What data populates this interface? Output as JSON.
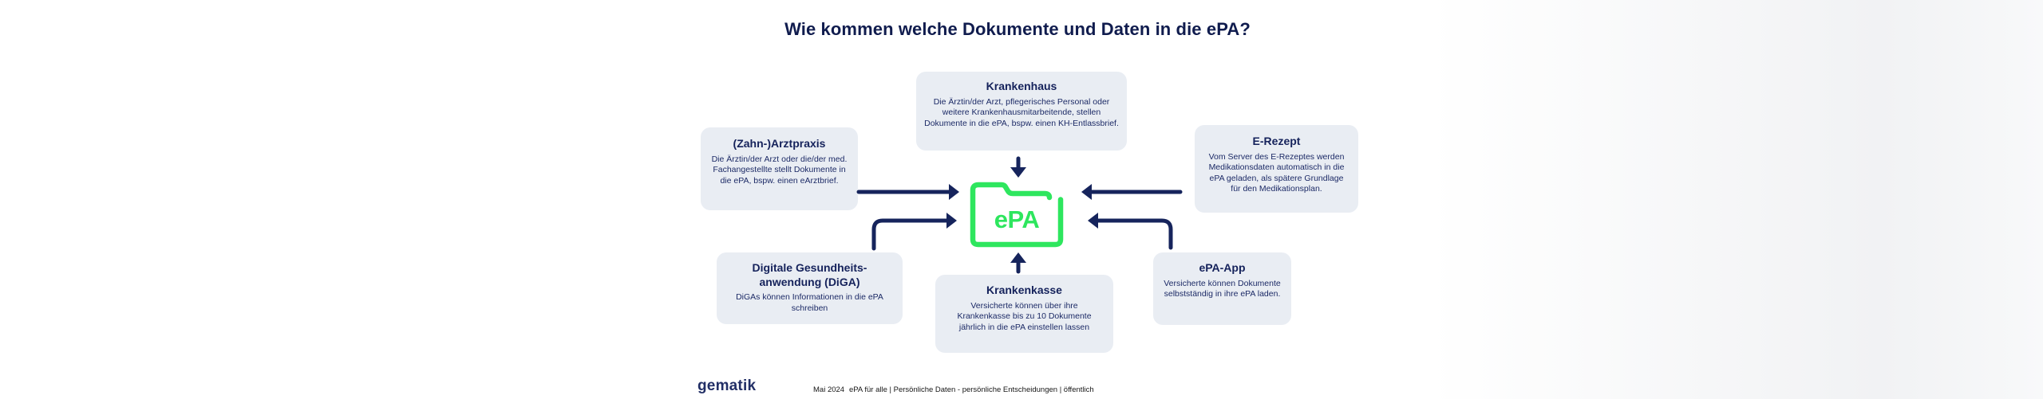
{
  "title": "Wie kommen welche Dokumente und Daten in die ePA?",
  "center": {
    "label": "ePA"
  },
  "boxes": [
    {
      "id": "krankenhaus",
      "title": "Krankenhaus",
      "body": "Die Ärztin/der Arzt, pflegerisches Personal oder weitere Krankenhausmitarbeitende, stellen Dokumente in die ePA, bspw. einen KH-Entlassbrief."
    },
    {
      "id": "zahn-arztpraxis",
      "title": "(Zahn-)Arztpraxis",
      "body": "Die Ärztin/der Arzt oder die/der med. Fachangestellte stellt Dokumente in die ePA, bspw. einen eArztbrief."
    },
    {
      "id": "e-rezept",
      "title": "E-Rezept",
      "body": "Vom Server des E-Rezeptes werden Medikationsdaten automatisch in die ePA geladen, als spätere Grundlage für den Medikationsplan."
    },
    {
      "id": "diga",
      "title": "Digitale Gesundheits-anwendung (DiGA)",
      "body": "DiGAs können Informationen in die ePA schreiben"
    },
    {
      "id": "krankenkasse",
      "title": "Krankenkasse",
      "body": "Versicherte können über ihre Krankenkasse bis zu 10 Dokumente jährlich in die ePA einstellen lassen"
    },
    {
      "id": "epa-app",
      "title": "ePA-App",
      "body": "Versicherte können Dokumente selbstständig in ihre ePA laden."
    }
  ],
  "footer": {
    "logo": "gematik",
    "date": "Mai 2024",
    "classification": "ePA für alle | Persönliche Daten - persönliche Entscheidungen | öffentlich"
  },
  "colors": {
    "navy": "#16245c",
    "green": "#2ee65e",
    "card_background": "#e9edf3",
    "title_navy": "#101c4e"
  }
}
